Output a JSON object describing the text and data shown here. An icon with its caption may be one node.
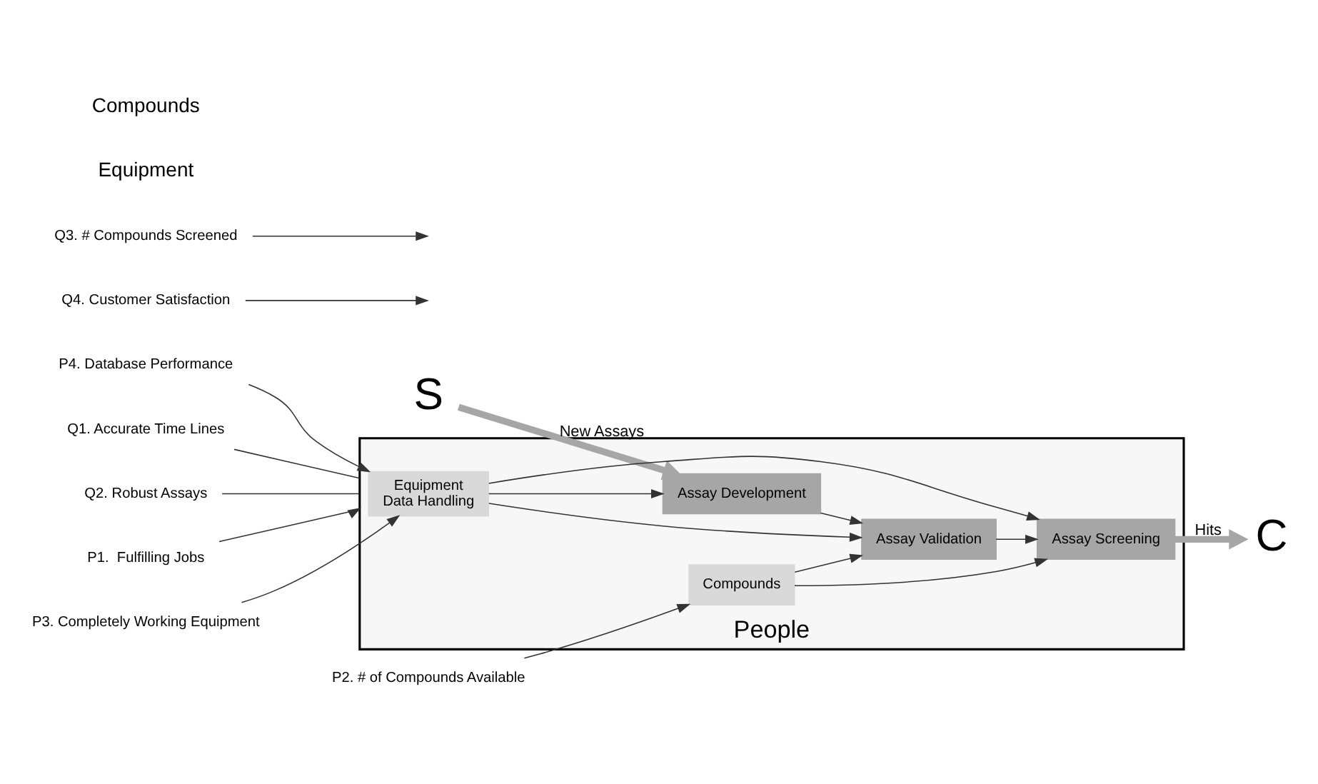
{
  "diagram": {
    "nodes": [
      {
        "text": [
          "S"
        ]
      },
      {
        "text": [
          "People"
        ]
      },
      {
        "text": [
          "Equipment",
          "Data Handling"
        ],
        "in": 1
      },
      {
        "text": [
          "Assay Development"
        ],
        "in": 1
      },
      {
        "text": [
          "Assay Validation"
        ],
        "in": 1
      },
      {
        "text": [
          "Assay Screening"
        ],
        "in": 1
      },
      {
        "text": [
          "Compounds"
        ],
        "in": 1
      },
      {
        "text": [
          "C"
        ]
      },
      {
        "text": [
          "P3. Completely Working Equipment"
        ]
      },
      {
        "text": [
          "P4. Database Performance"
        ]
      },
      {
        "text": [
          "Q1. Accurate Time Lines"
        ]
      },
      {
        "text": [
          "Q4. Customer Satisfaction"
        ]
      },
      {
        "text": [
          "Q3. # Compounds Screened"
        ]
      },
      {
        "text": [
          "Q2. Robust Assays"
        ]
      },
      {
        "text": [
          "P2. # of Compounds Available"
        ]
      },
      {
        "text": [
          "P1.  Fulfilling Jobs"
        ]
      }
    ],
    "edges": [
      {
        "from": 0,
        "to": 3,
        "arrow": "to",
        "label": "New Assays",
        "style": "thick",
        "color": "#a6a6a6"
      },
      {
        "from": 3,
        "to": 4,
        "arrow": "to"
      },
      {
        "from": 4,
        "to": 5,
        "arrow": "to"
      },
      {
        "from": 5,
        "to": 7,
        "arrow": "to",
        "label": "Hits",
        "style": "thick",
        "color": "#a6a6a6"
      },
      {
        "from": 2,
        "to": 3,
        "arrow": "to"
      },
      {
        "from": 2,
        "to": 4,
        "arrow": "to"
      },
      {
        "from": 2,
        "to": 5,
        "arrow": "to"
      },
      {
        "from": 6,
        "to": 4,
        "arrow": "to"
      },
      {
        "from": 6,
        "to": 5,
        "arrow": "to"
      },
      {
        "from": 8,
        "to": 2,
        "arrow": "to"
      },
      {
        "from": 9,
        "to": 2,
        "arrow": "to"
      },
      {
        "from": 10,
        "to": 1,
        "arrow": "none"
      },
      {
        "from": 11,
        "to": null,
        "arrow": "to"
      },
      {
        "from": 12,
        "to": null,
        "arrow": "to"
      },
      {
        "from": 13,
        "to": 1,
        "arrow": "none"
      },
      {
        "from": 14,
        "to": 6,
        "arrow": "to"
      },
      {
        "from": 15,
        "to": 1,
        "arrow": "to"
      }
    ],
    "labels": [
      "Equipment",
      "Compounds"
    ]
  }
}
